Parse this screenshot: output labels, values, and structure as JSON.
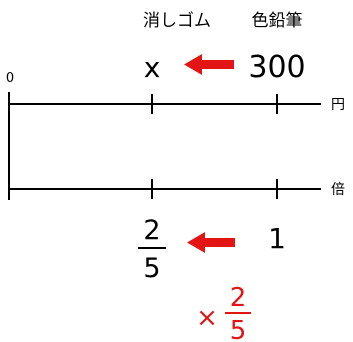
{
  "header": {
    "eraser_label": "消しゴム",
    "pencil_label": "色鉛筆"
  },
  "amounts": {
    "eraser_value": "x",
    "pencil_value": "300",
    "unit": "円"
  },
  "ratios": {
    "origin": "0",
    "eraser_numerator": "2",
    "eraser_denominator": "5",
    "pencil_value": "1",
    "unit": "倍"
  },
  "multiplier": {
    "symbol": "×",
    "numerator": "2",
    "denominator": "5"
  },
  "colors": {
    "line": "#000000",
    "arrow": "#e31414",
    "multiplier": "#e31414"
  }
}
